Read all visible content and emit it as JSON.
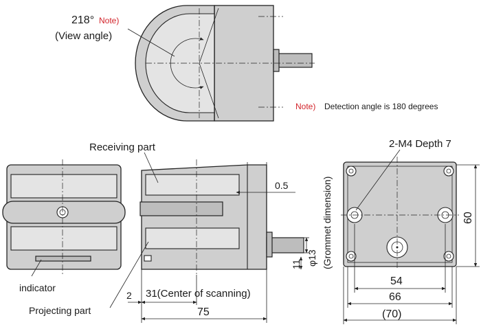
{
  "top_view": {
    "angle_value": "218°",
    "angle_note": "Note)",
    "angle_caption": "(View angle)",
    "note_marker": "Note)",
    "note_text": "Detection angle is 180 degrees"
  },
  "side_view": {
    "receiving_label": "Receiving part",
    "projecting_label": "Projecting part",
    "indicator_label": "indicator",
    "dim_offset": "0.5",
    "dim_gap": "2",
    "dim_center": "31(Center of scanning)",
    "dim_length": "75",
    "dim_grommet_dia": "φ13",
    "dim_grommet_height": "11",
    "grommet_caption": "(Grommet dimension)"
  },
  "end_view": {
    "thread_label": "2-M4 Depth 7",
    "dim_hole_spacing": "54",
    "dim_inner_width": "66",
    "dim_overall_width": "(70)",
    "dim_height": "60"
  },
  "colors": {
    "body": "#cfcfcf",
    "note_red": "#d2232a"
  }
}
